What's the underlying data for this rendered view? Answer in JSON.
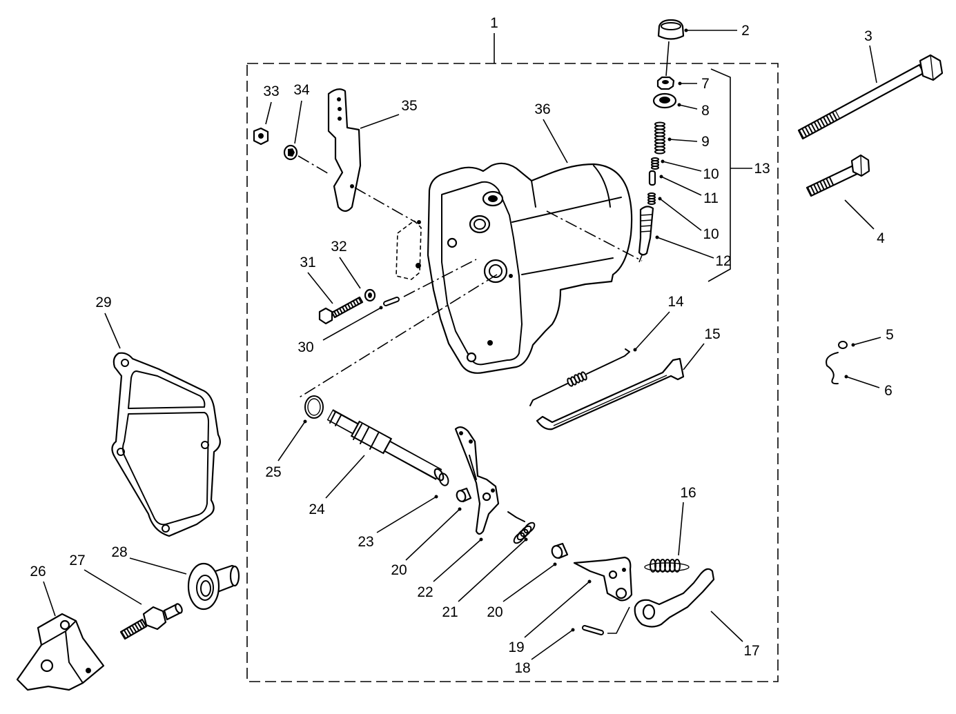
{
  "callouts": [
    "1",
    "2",
    "3",
    "4",
    "5",
    "6",
    "7",
    "8",
    "9",
    "10",
    "11",
    "10",
    "12",
    "13",
    "14",
    "15",
    "16",
    "17",
    "18",
    "19",
    "20",
    "20",
    "21",
    "22",
    "23",
    "24",
    "25",
    "26",
    "27",
    "28",
    "29",
    "30",
    "31",
    "32",
    "33",
    "34",
    "35",
    "36"
  ]
}
